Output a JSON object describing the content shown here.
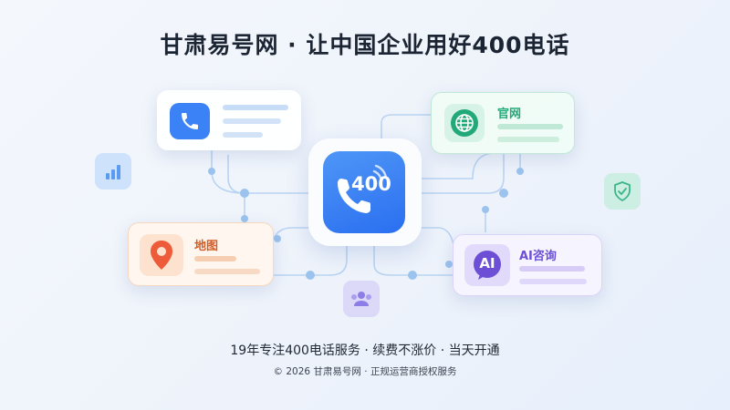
{
  "title": "甘肃易号网 · 让中国企业用好400电话",
  "center": {
    "number": "400"
  },
  "cards": {
    "phone": {
      "label": ""
    },
    "website": {
      "label": "官网"
    },
    "map": {
      "label": "地图"
    },
    "ai": {
      "label": "AI咨询",
      "icon_text": "AI"
    }
  },
  "badges": [
    "chart-icon",
    "shield-icon",
    "users-icon"
  ],
  "tagline": "19年专注400电话服务 · 续费不涨价 · 当天开通",
  "copyright": "© 2026 甘肃易号网 · 正规运营商授权服务",
  "colors": {
    "phone_accent": "#3b82f6",
    "website_accent": "#22a97a",
    "map_accent": "#e8743b",
    "ai_accent": "#6d4fd6"
  }
}
